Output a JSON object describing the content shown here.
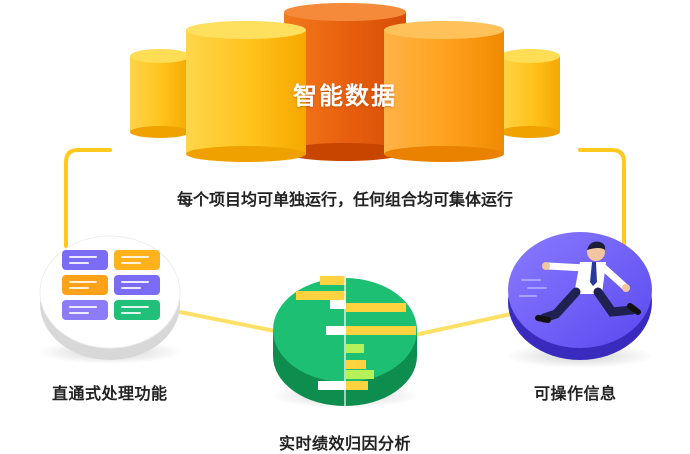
{
  "diagram": {
    "title": "智能数据",
    "tagline": "每个项目均可单独运行，任何组合均可集体运行",
    "nodes": {
      "left": {
        "label": "直通式处理功能",
        "icon": "card-grid-icon"
      },
      "center": {
        "label": "实时绩效归因分析",
        "icon": "pie-chart-icon"
      },
      "right": {
        "label": "可操作信息",
        "icon": "running-businessman-icon"
      }
    }
  },
  "colors": {
    "yellow": "#FFC107",
    "orange": "#FF8C00",
    "deep_orange": "#E65100",
    "green": "#1DBF73",
    "purple": "#6C63FF",
    "connector": "#FFD23F"
  }
}
